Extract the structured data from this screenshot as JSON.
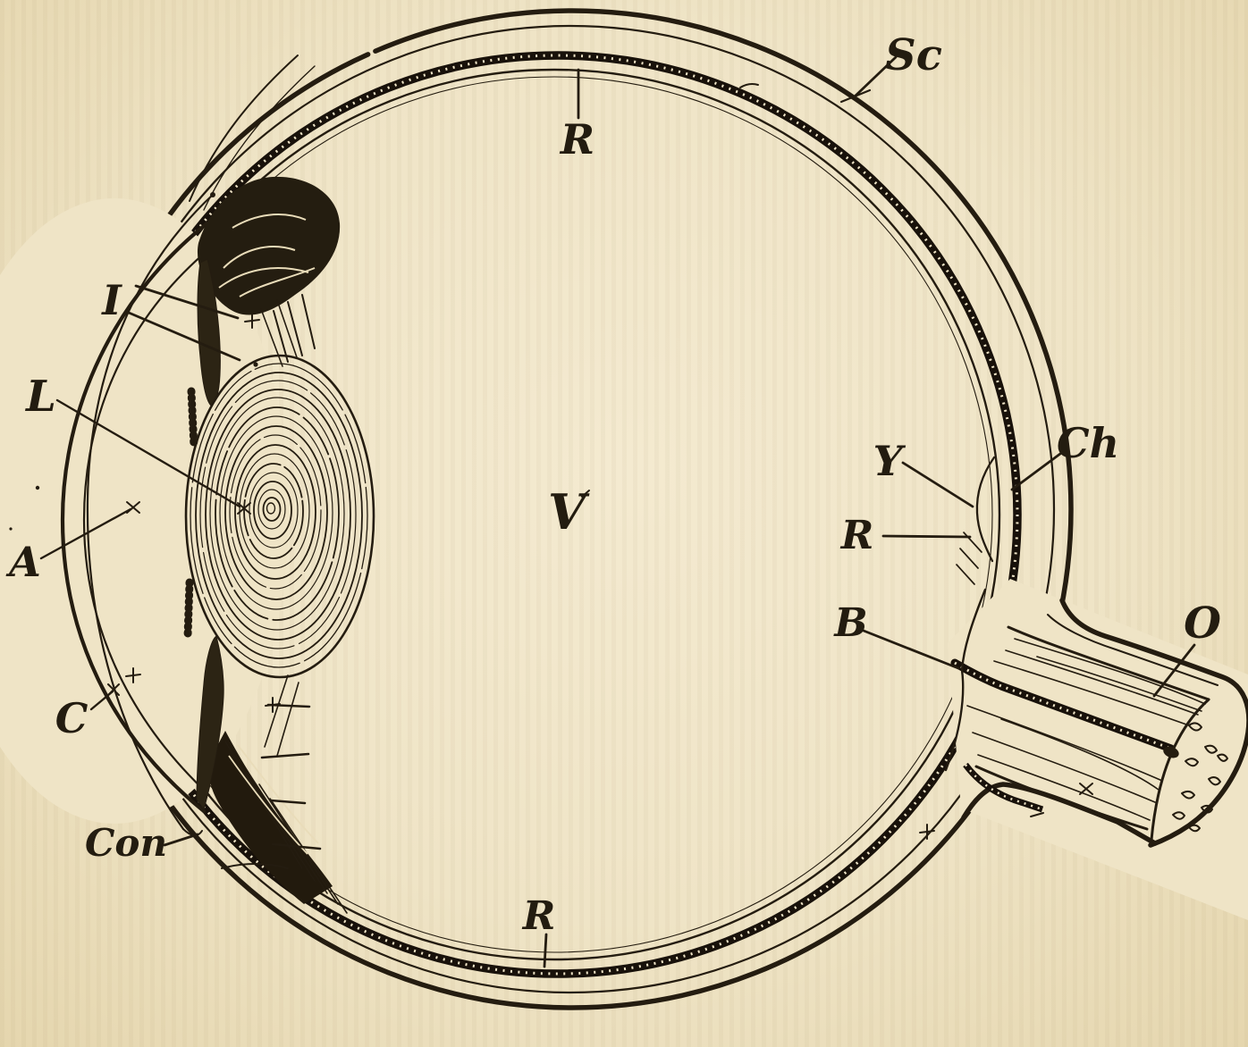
{
  "figure": {
    "description": "Vintage engraved diagram of a horizontal section through the human eyeball, from an old anatomy textbook, printed in black ink on aged cream paper",
    "background_color": "#efe4c6",
    "ink_color": "#241c10",
    "labels": {
      "sclera": "Sc",
      "retina_top": "R",
      "iris": "I",
      "lens": "L",
      "aqueous_chamber": "A",
      "cornea": "C",
      "conjunctiva": "Con",
      "vitreous": "V",
      "fovea": "Y",
      "choroid": "Ch",
      "retina_right": "R",
      "blind_spot": "B",
      "optic_nerve": "O",
      "retina_bottom": "R"
    }
  }
}
